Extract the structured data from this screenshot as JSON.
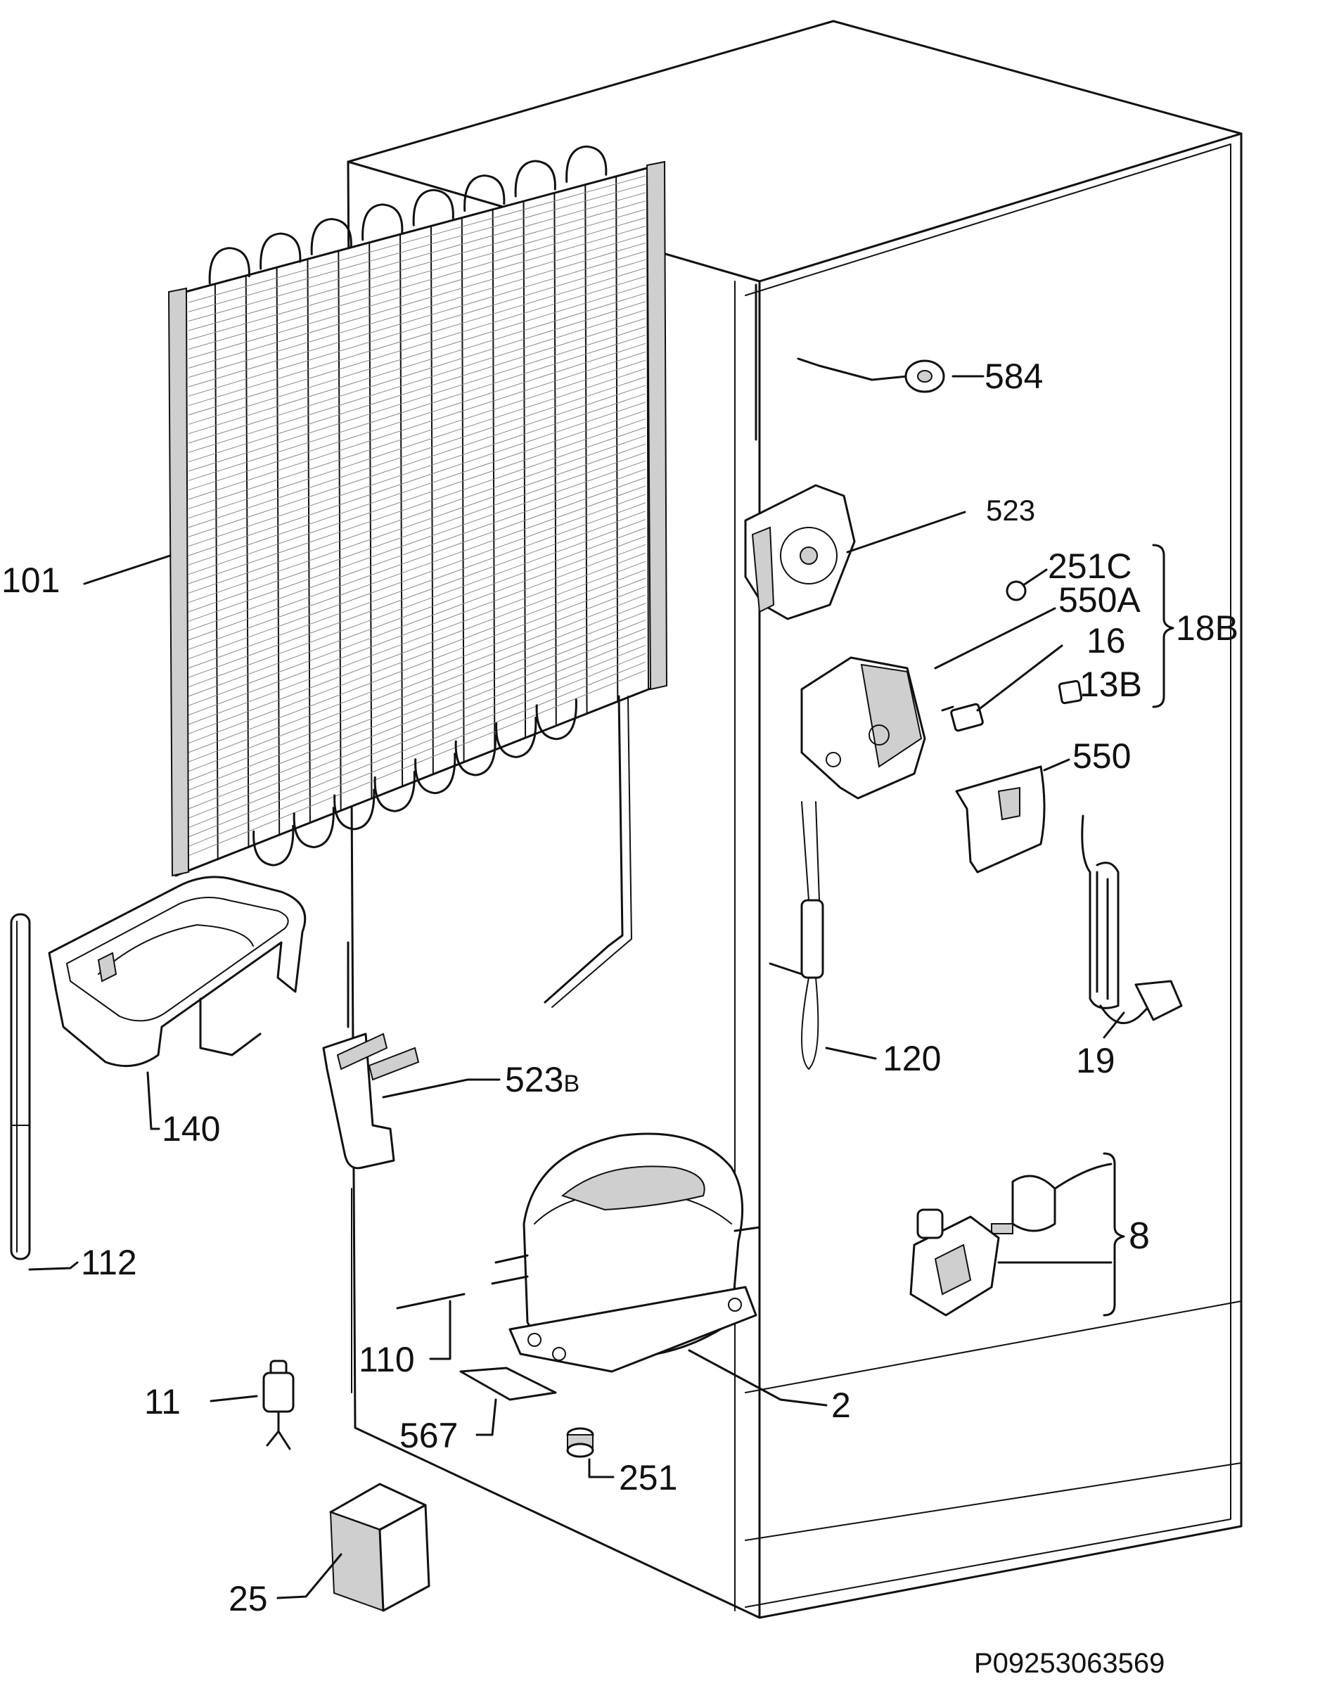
{
  "diagram": {
    "reference_code": "P09253063569",
    "callouts": [
      {
        "id": "c101",
        "text": "101"
      },
      {
        "id": "c584",
        "text": "584"
      },
      {
        "id": "c523",
        "text": "523"
      },
      {
        "id": "c251C",
        "text": "251C"
      },
      {
        "id": "c550A",
        "text": "550A"
      },
      {
        "id": "c16",
        "text": "16"
      },
      {
        "id": "c13B",
        "text": "13B"
      },
      {
        "id": "c18B",
        "text": "18B"
      },
      {
        "id": "c550",
        "text": "550"
      },
      {
        "id": "c120",
        "text": "120"
      },
      {
        "id": "c19",
        "text": "19"
      },
      {
        "id": "c523B_main",
        "text": "523"
      },
      {
        "id": "c523B_suffix",
        "text": "B"
      },
      {
        "id": "c140",
        "text": "140"
      },
      {
        "id": "c112",
        "text": "112"
      },
      {
        "id": "c8",
        "text": "8"
      },
      {
        "id": "c110",
        "text": "110"
      },
      {
        "id": "c2",
        "text": "2"
      },
      {
        "id": "c11",
        "text": "11"
      },
      {
        "id": "c567",
        "text": "567"
      },
      {
        "id": "c251",
        "text": "251"
      },
      {
        "id": "c25",
        "text": "25"
      }
    ]
  }
}
